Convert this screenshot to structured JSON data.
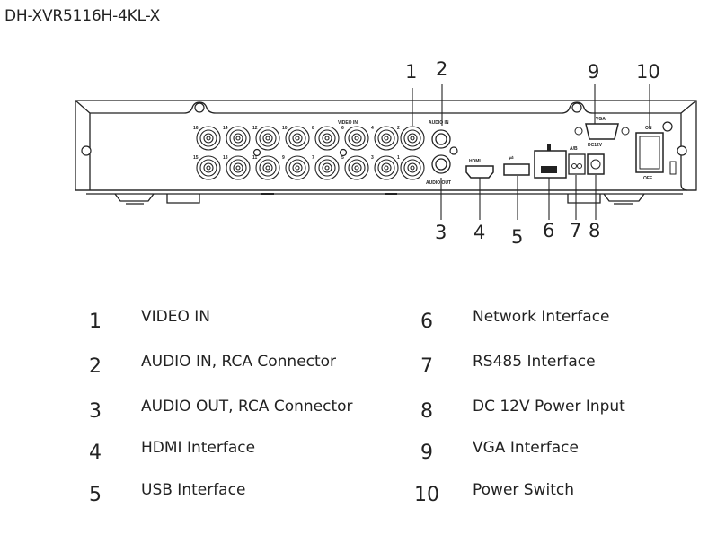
{
  "title": "DH-XVR5116H-4KL-X",
  "panel_labels": {
    "video_in": "VIDEO IN",
    "audio_in": "AUDIO IN",
    "audio_out": "AUDIO OUT",
    "hdmi": "HDMI",
    "vga": "VGA",
    "rs485": "A/B",
    "dc": "DC12V",
    "switch_on": "ON",
    "switch_off": "OFF",
    "bnc_top": [
      "16",
      "14",
      "12",
      "10",
      "8",
      "6",
      "4",
      "2"
    ],
    "bnc_bottom": [
      "15",
      "13",
      "11",
      "9",
      "7",
      "5",
      "3",
      "1"
    ]
  },
  "callouts": [
    "1",
    "2",
    "3",
    "4",
    "5",
    "6",
    "7",
    "8",
    "9",
    "10"
  ],
  "legend": [
    {
      "num": "1",
      "label": "VIDEO IN"
    },
    {
      "num": "2",
      "label": "AUDIO IN, RCA Connector"
    },
    {
      "num": "3",
      "label": "AUDIO OUT, RCA Connector"
    },
    {
      "num": "4",
      "label": "HDMI Interface"
    },
    {
      "num": "5",
      "label": "USB Interface"
    },
    {
      "num": "6",
      "label": "Network Interface"
    },
    {
      "num": "7",
      "label": "RS485 Interface"
    },
    {
      "num": "8",
      "label": "DC 12V Power Input"
    },
    {
      "num": "9",
      "label": "VGA Interface"
    },
    {
      "num": "10",
      "label": "Power Switch"
    }
  ]
}
